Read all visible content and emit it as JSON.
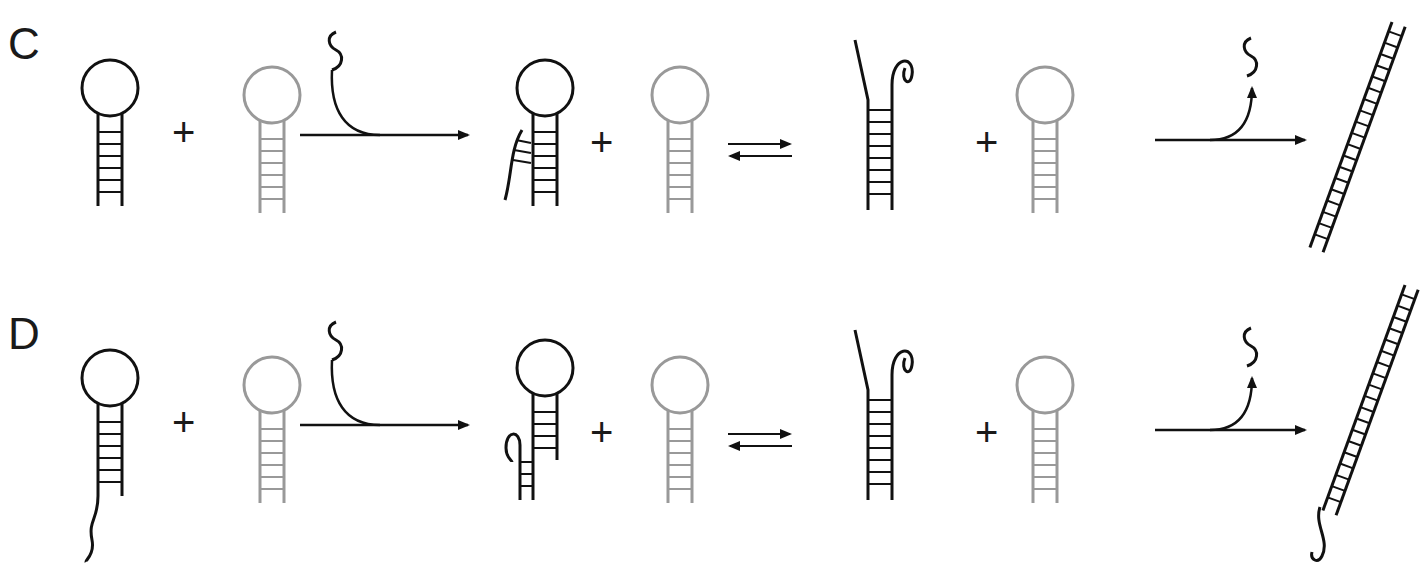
{
  "diagram": {
    "labels": [
      "C",
      "+",
      "+",
      "+",
      "D",
      "+",
      "+",
      "+"
    ]
  }
}
